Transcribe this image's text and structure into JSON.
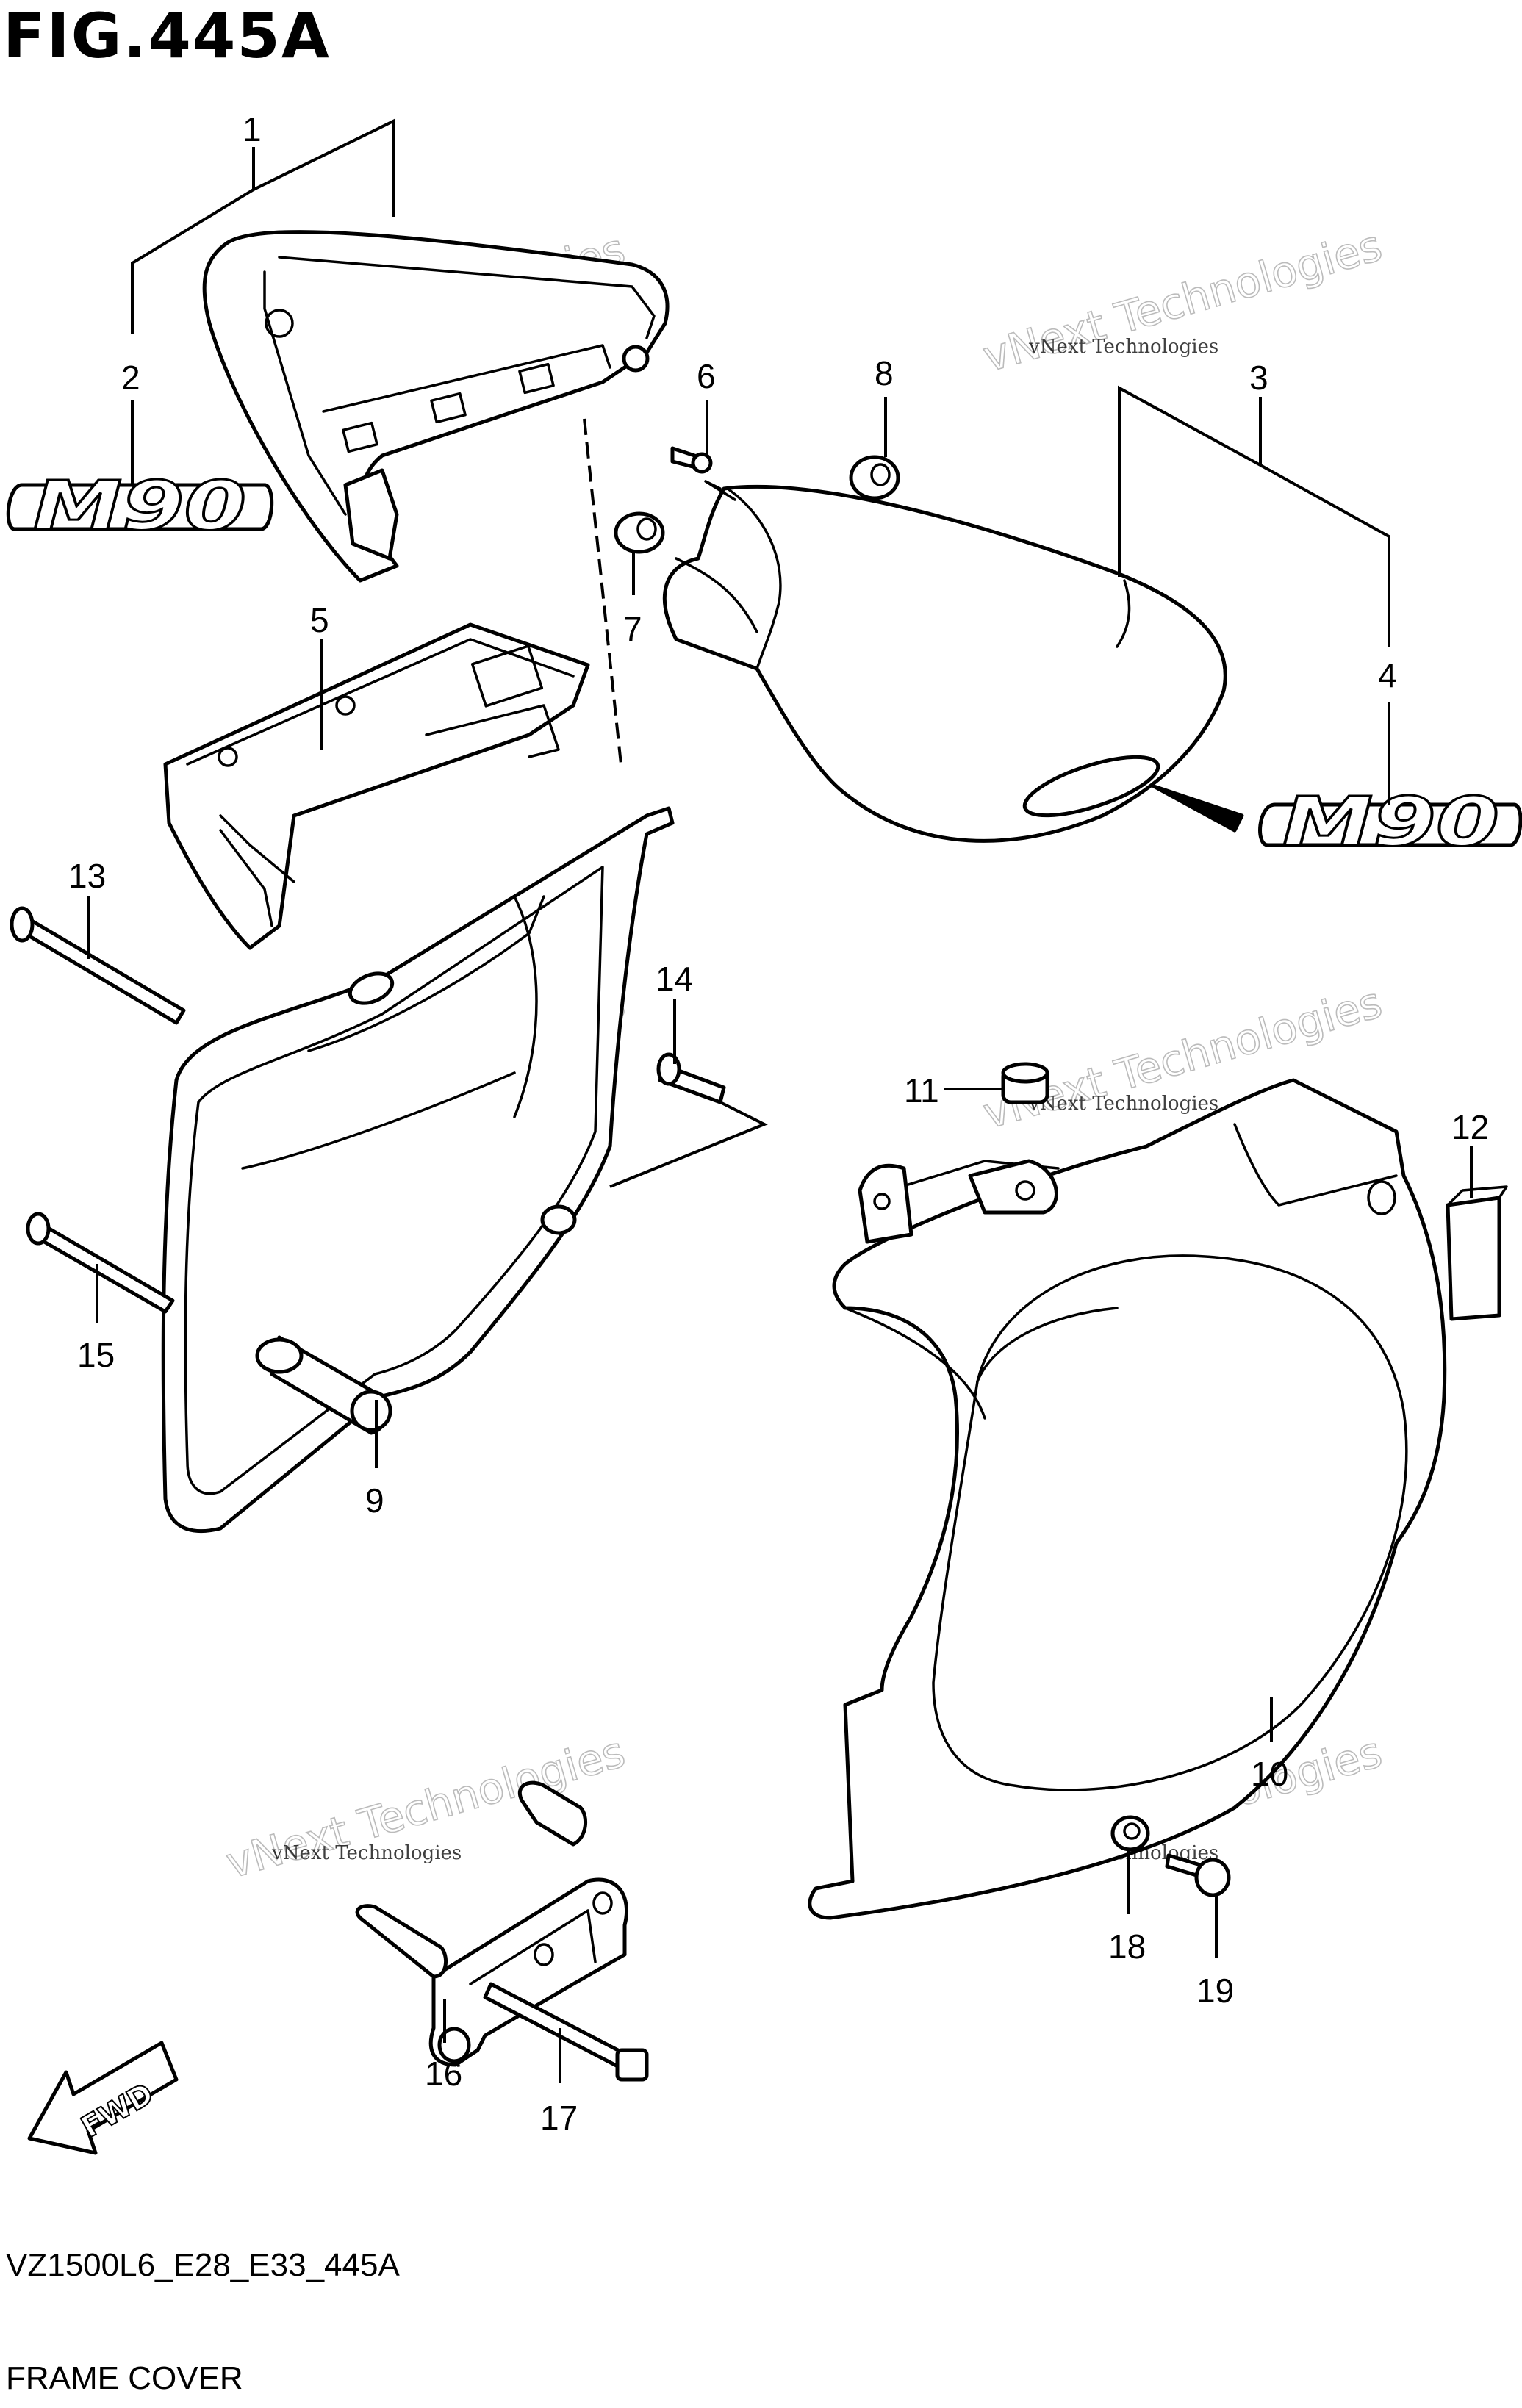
{
  "figure_title": "FIG.445A",
  "drawing_code": "VZ1500L6_E28_E33_445A",
  "drawing_name": "FRAME COVER",
  "emblem_text": "M90",
  "fwd_label": "FWD",
  "watermark_line1": "vNext Technologies",
  "watermark_line2": "vNext Technologies",
  "callouts": [
    "1",
    "2",
    "3",
    "4",
    "5",
    "6",
    "7",
    "8",
    "9",
    "10",
    "11",
    "12",
    "13",
    "14",
    "15",
    "16",
    "17",
    "18",
    "19"
  ]
}
